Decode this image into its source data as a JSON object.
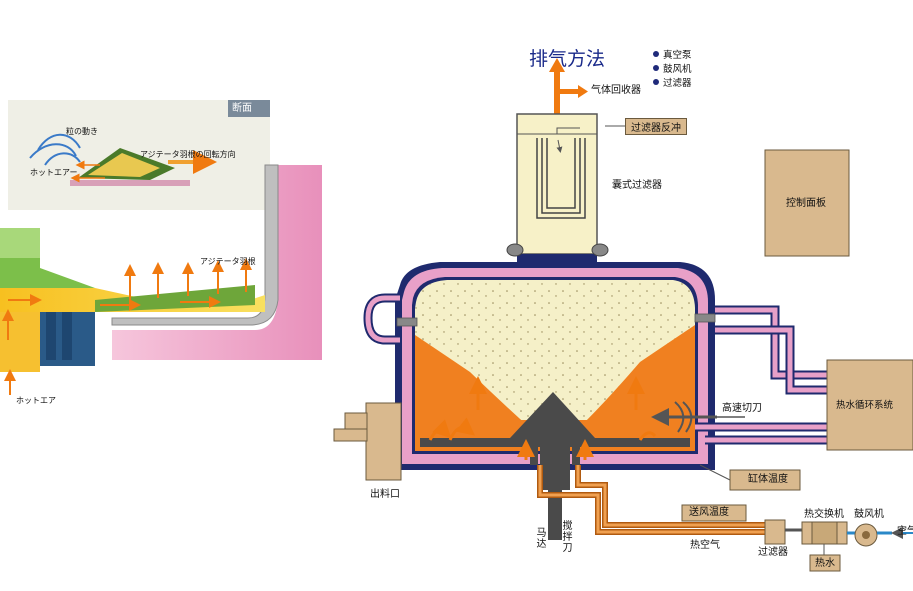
{
  "left_panel": {
    "section_label": "断面",
    "particle_motion": "粒の動き",
    "agitator_direction": "アジテータ羽根の回転方向",
    "hot_air_inset": "ホットエアー",
    "agitator_blade": "アジテータ羽根",
    "hot_air": "ホットエア"
  },
  "right_panel": {
    "title": "排气方法",
    "exhaust_methods": [
      "真空泵",
      "鼓风机",
      "过滤器"
    ],
    "gas_recovery": "气体回收器",
    "filter_backflush": "过滤器反冲",
    "bag_filter": "囊式过滤器",
    "control_panel": "控制面板",
    "hot_water_system": "热水循环系统",
    "high_speed_cutter": "高速切刀",
    "discharge_port": "出料口",
    "cylinder_temp": "缸体温度",
    "motor": "马达",
    "stirring_blade": "搅拌刀",
    "supply_air_temp": "送风温度",
    "hot_air": "热空气",
    "filter": "过滤器",
    "heat_exchanger": "热交换机",
    "blower": "鼓风机",
    "hot_water": "热水",
    "air": "空气"
  },
  "colors": {
    "jacket_pink": "#e8a0c8",
    "jacket_navy": "#1f2a6e",
    "powder": "#f5f0c8",
    "heated_bed": "#f08020",
    "agitator_gray": "#555555",
    "label_box": "#d9b98e",
    "title_blue": "#1a2a8a",
    "inset_green": "#9bc85a",
    "arrow_orange": "#f07a10"
  }
}
